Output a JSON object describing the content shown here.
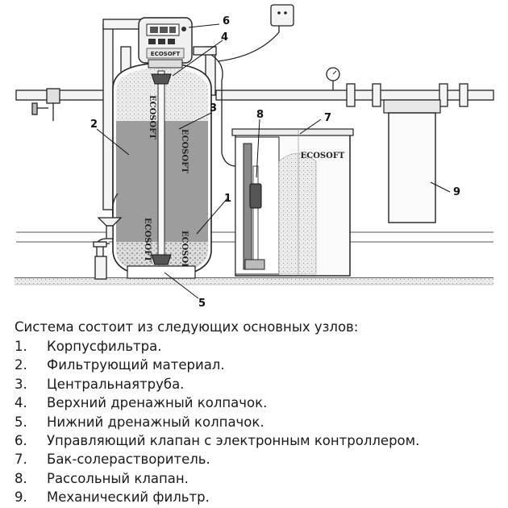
{
  "diagram": {
    "callouts": [
      "1",
      "2",
      "3",
      "4",
      "5",
      "6",
      "7",
      "8",
      "9"
    ],
    "brand": "ECOSOFT",
    "controller_brand": "ECOSOFT"
  },
  "legend": {
    "intro": "Система состоит из следующих основных узлов:",
    "items": [
      {
        "num": "1.",
        "text": "Корпусфильтра."
      },
      {
        "num": "2.",
        "text": "Фильтрующий материал."
      },
      {
        "num": "3.",
        "text": "Центральнаятруба."
      },
      {
        "num": "4.",
        "text": "Верхний дренажный колпачок."
      },
      {
        "num": "5.",
        "text": "Нижний дренажный колпачок."
      },
      {
        "num": "6.",
        "text": "Управляющий клапан с электронным контроллером."
      },
      {
        "num": "7.",
        "text": "Бак-солерастворитель."
      },
      {
        "num": "8.",
        "text": "Рассольный клапан."
      },
      {
        "num": "9.",
        "text": "Механический фильтр."
      }
    ]
  }
}
